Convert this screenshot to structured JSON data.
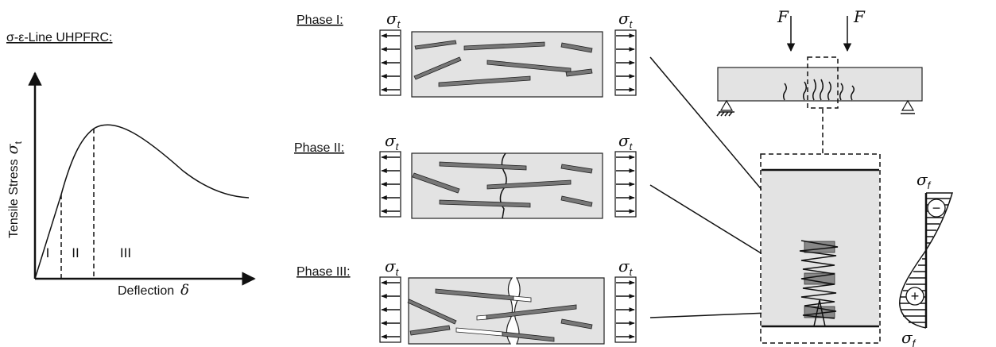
{
  "graph": {
    "title": "σ-ε-Line UHPFRC:",
    "y_label_main": "Tensile Stress",
    "y_label_symbol": "σ",
    "y_label_sub": "t",
    "x_label_main": "Deflection",
    "x_label_symbol": "δ",
    "regions": [
      "I",
      "II",
      "III"
    ]
  },
  "phases": [
    {
      "label": "Phase I:",
      "stress_left": "σ",
      "stress_right": "σ",
      "stress_sub": "t"
    },
    {
      "label": "Phase II:",
      "stress_left": "σ",
      "stress_right": "σ",
      "stress_sub": "t"
    },
    {
      "label": "Phase III:",
      "stress_left": "σ",
      "stress_right": "σ",
      "stress_sub": "t"
    }
  ],
  "beam": {
    "load_left": "F",
    "load_right": "F"
  },
  "stress_profile": {
    "top_symbol": "σ",
    "top_sub": "f",
    "bottom_symbol": "σ",
    "bottom_sub": "f",
    "compression_sign": "−",
    "tension_sign": "+"
  },
  "colors": {
    "matrix_fill": "#e3e3e3",
    "fiber_fill": "#777777",
    "line": "#111111"
  }
}
